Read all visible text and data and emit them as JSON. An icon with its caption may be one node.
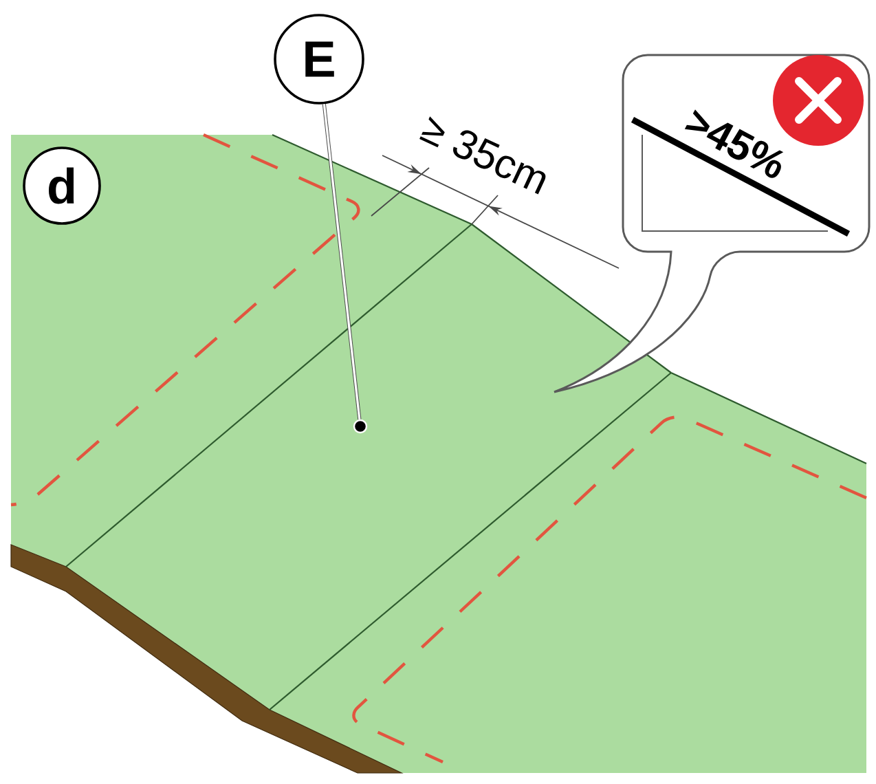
{
  "diagram": {
    "nodes": [
      {
        "text": [
          "E"
        ]
      },
      {
        "text": [
          ">45%"
        ]
      },
      {
        "text": [
          "d"
        ]
      },
      {
        "text": [],
        "shape": "dot"
      }
    ],
    "edges": [
      {
        "from": 0,
        "to": 3,
        "arrow": "none"
      }
    ],
    "labels": [
      "≥ 35cm"
    ]
  }
}
